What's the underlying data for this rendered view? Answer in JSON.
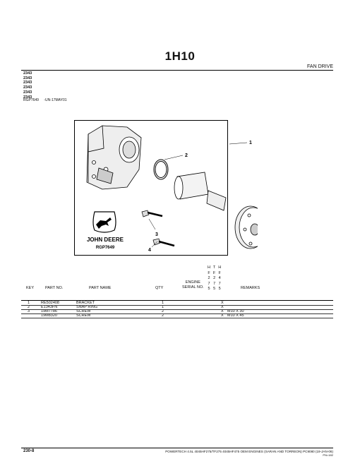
{
  "title": "1H10",
  "section": "FAN DRIVE",
  "codes": [
    "2343",
    "2343",
    "2343",
    "2343",
    "2343",
    "2343"
  ],
  "ref_id": "RGP7649",
  "ref_date": "-UN-17MAY01",
  "logo": {
    "brand": "JOHN DEERE",
    "code": "RGP7649"
  },
  "callouts": [
    "1",
    "2",
    "3",
    "4"
  ],
  "columns": {
    "key": "KEY",
    "part_no": "PART NO.",
    "part_name": "PART NAME",
    "qty": "QTY",
    "engine_serial": [
      "ENGINE",
      "SERIAL NO."
    ],
    "remarks": "REMARKS"
  },
  "engine_cols": [
    [
      "H",
      "T",
      "H"
    ],
    [
      "F",
      "F",
      "F"
    ],
    [
      "2",
      "2",
      "4"
    ],
    [
      "7",
      "7",
      "7"
    ],
    [
      "5",
      "5",
      "5"
    ]
  ],
  "rows": [
    {
      "key": "1",
      "part_no": "RE502408",
      "name": "BRACKET",
      "qty": "1",
      "mark": "X",
      "remarks": ""
    },
    {
      "key": "2",
      "part_no": "E1343FN",
      "name": "SNAP RING",
      "qty": "1",
      "mark": "X",
      "remarks": ""
    },
    {
      "key": "3",
      "part_no": "19M7786",
      "name": "SCREW",
      "qty": "2",
      "mark": "X",
      "remarks": "M10 X 30"
    },
    {
      "key": "",
      "part_no": "19M8320",
      "name": "SCREW",
      "qty": "2",
      "mark": "X",
      "remarks": "M10 X 45"
    }
  ],
  "footer": {
    "page": "230-8",
    "text": "POWERTECH 4.5L 4045HF275/TF275 4045HF475 OEM ENGINES (SARAN AND TORREON)   PC9080   (19-JAN-06)",
    "code": "PN=182"
  }
}
